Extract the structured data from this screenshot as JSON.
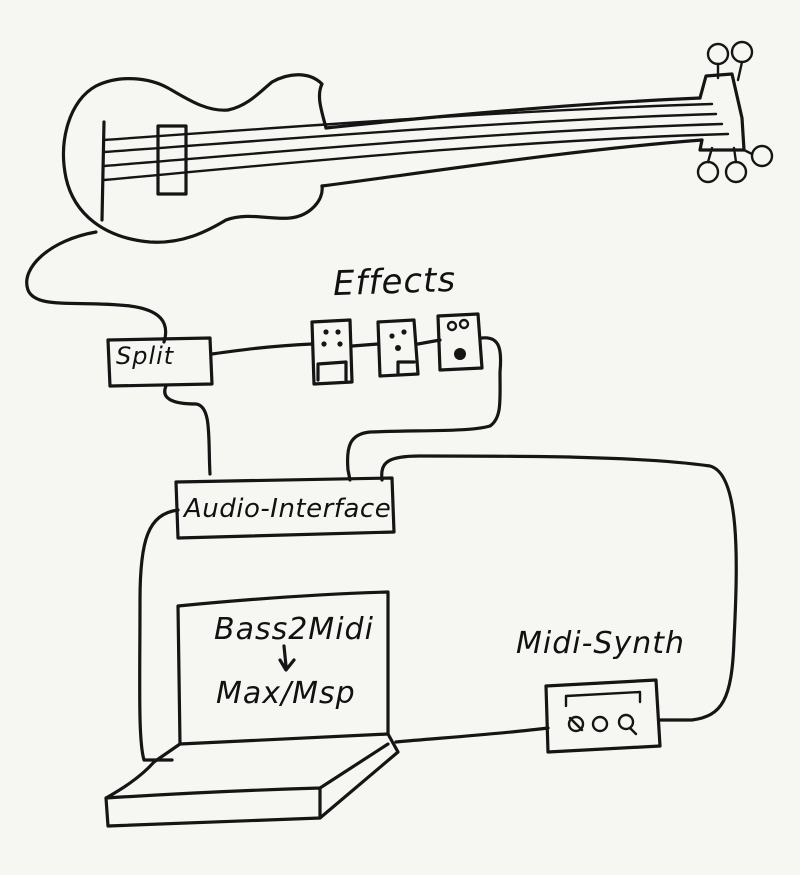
{
  "diagram": {
    "effects_label": "Effects",
    "split_label": "Split",
    "audio_interface_label": "Audio-Interface",
    "laptop_line1": "Bass2Midi",
    "laptop_line2": "Max/Msp",
    "synth_label": "Midi-Synth"
  },
  "style": {
    "ink_color": "#151515",
    "paper_color": "#f6f6f3"
  }
}
